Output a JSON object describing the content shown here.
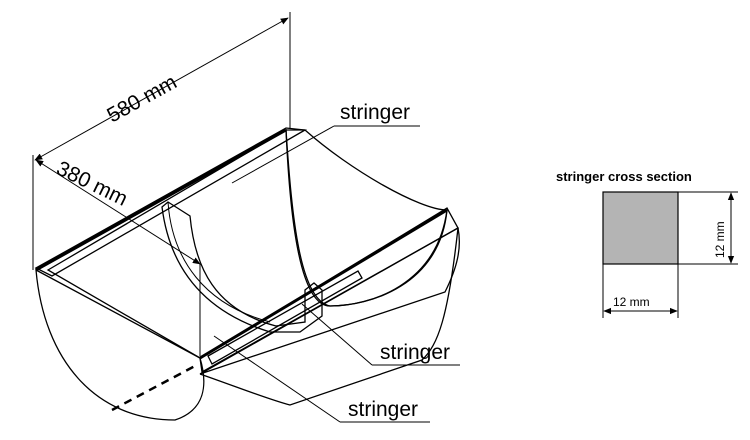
{
  "diagram": {
    "dimension_length": "580 mm",
    "dimension_width": "380 mm",
    "label_stringer_top": "stringer",
    "label_stringer_middle": "stringer",
    "label_stringer_bottom": "stringer",
    "cross_section": {
      "title": "stringer cross section",
      "width_label": "12 mm",
      "height_label": "12 mm"
    },
    "colors": {
      "end_cap": "#9a9a9a",
      "top_rim": "#e6e6e6",
      "outer_shell": "#e9e9e9",
      "stringer_section": "#b4b4b4",
      "line": "#000000"
    }
  }
}
